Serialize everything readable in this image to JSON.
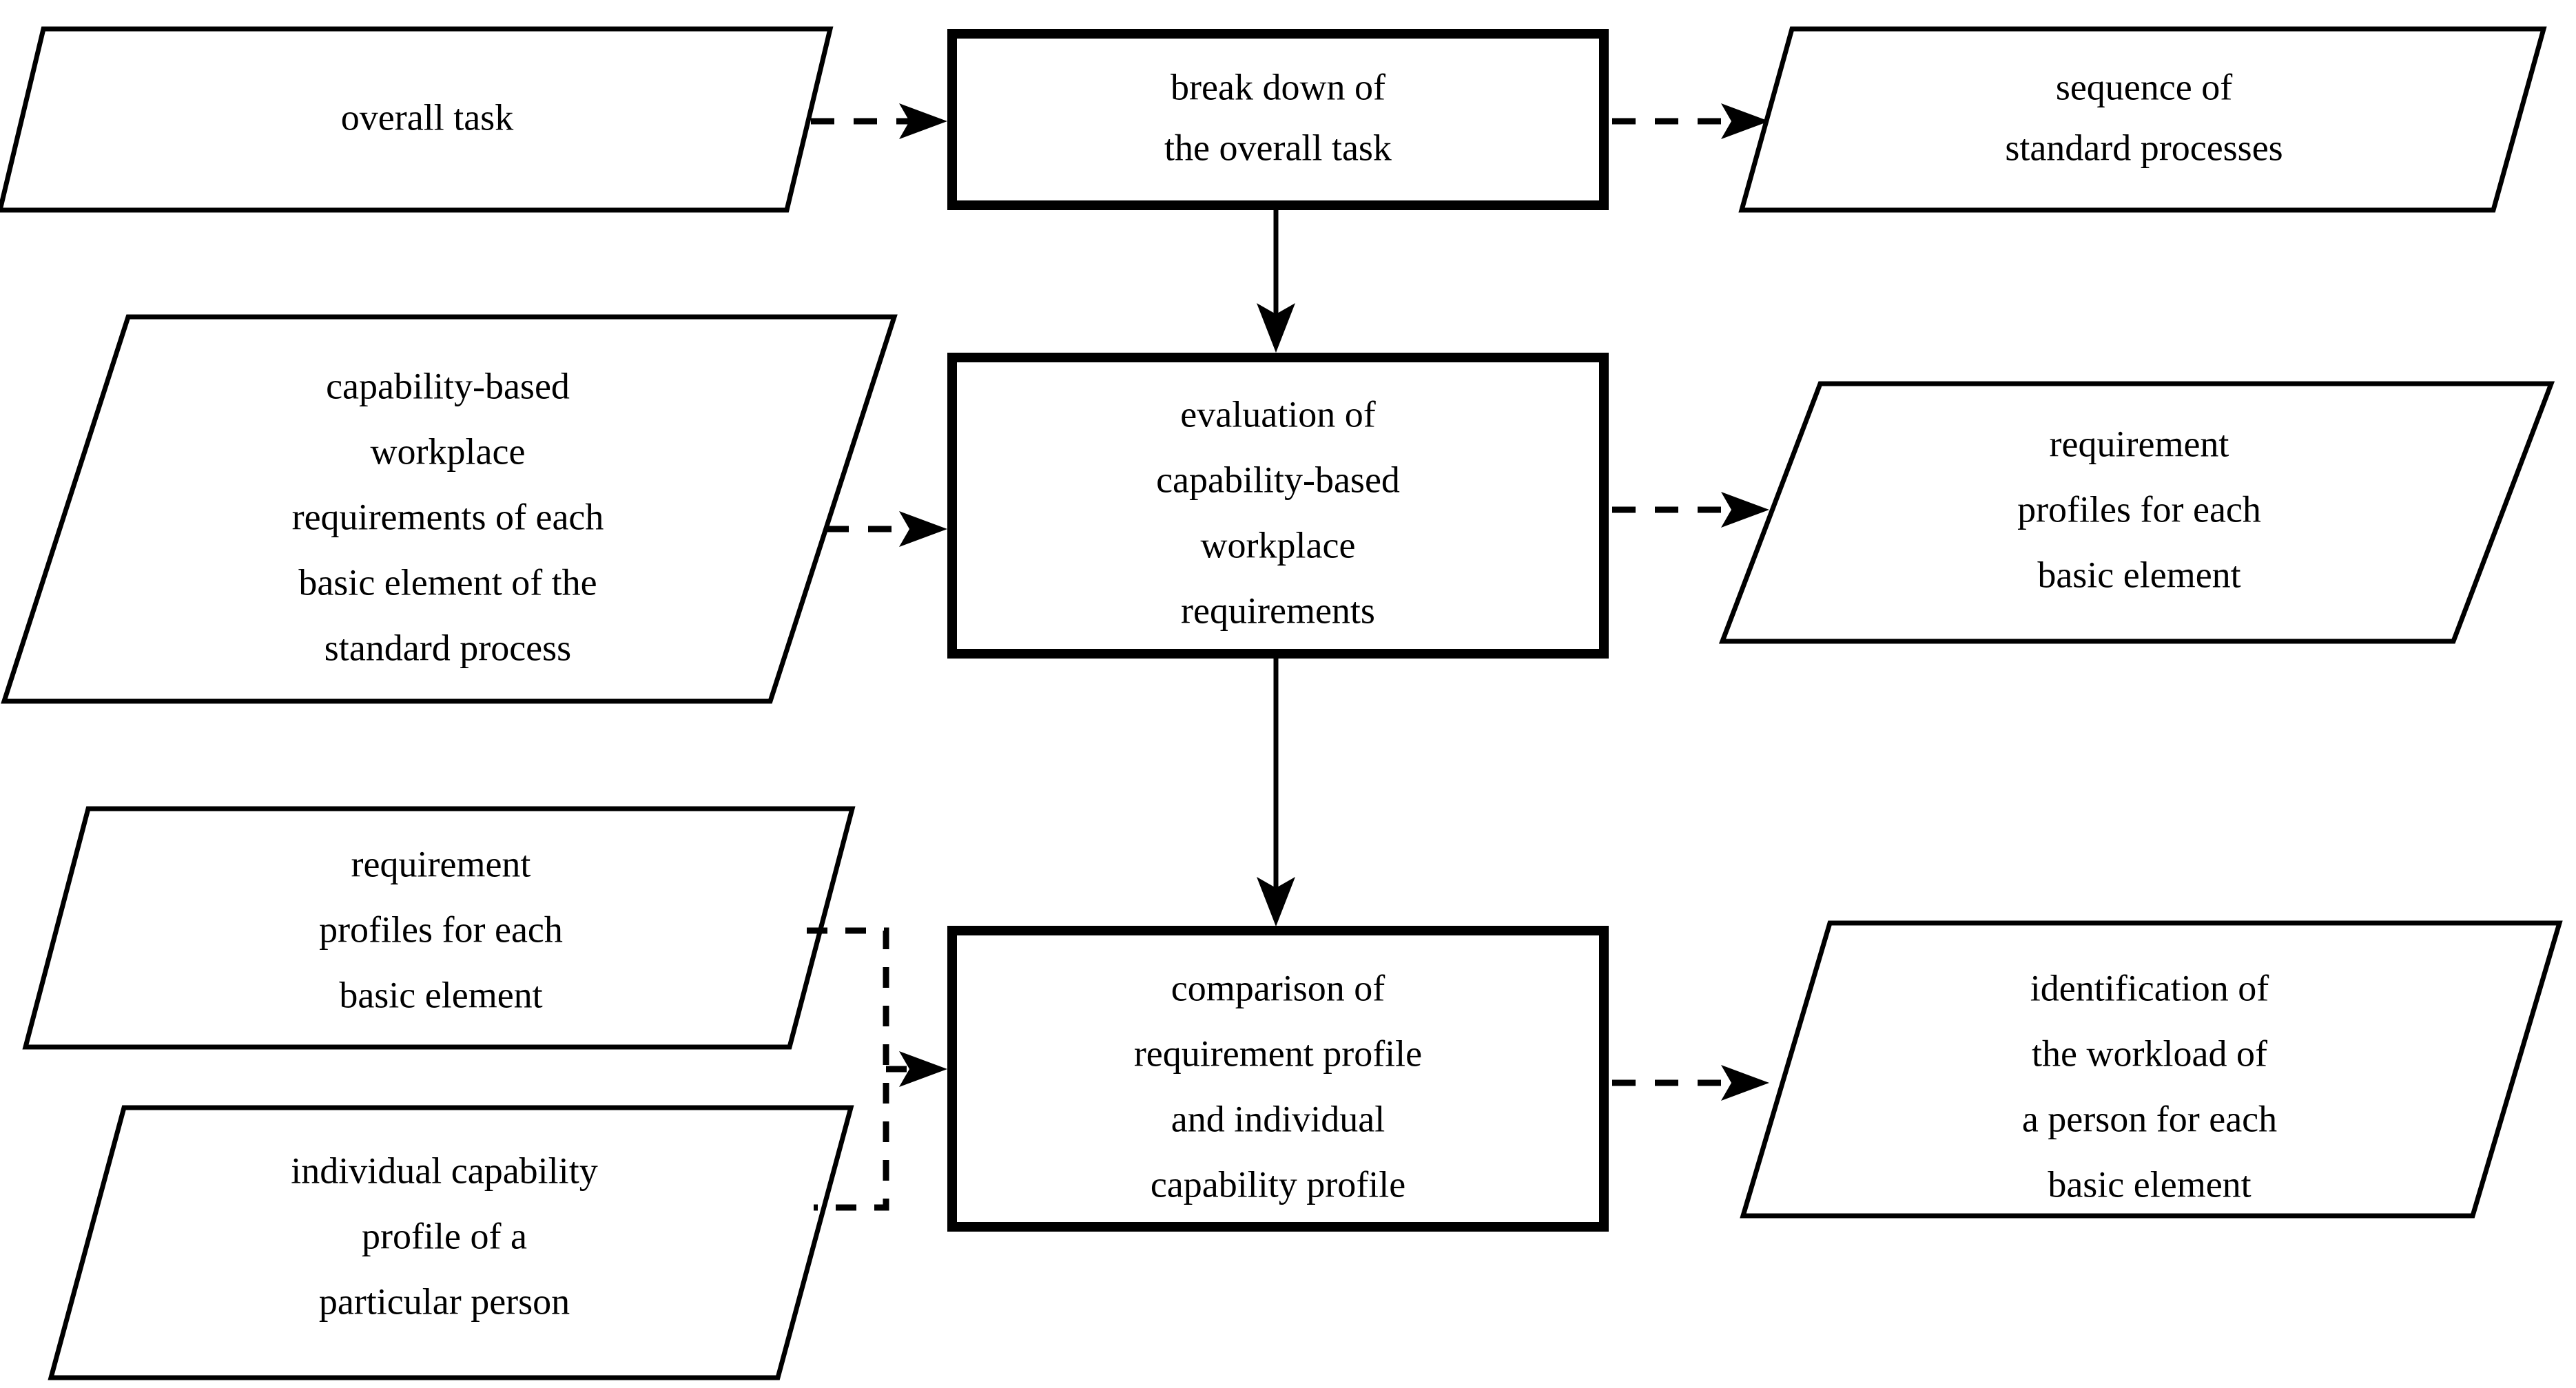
{
  "diagram": {
    "title": "",
    "colors": {
      "background": "#ffffff",
      "stroke": "#000000",
      "fill": "#ffffff"
    },
    "nodes": {
      "overall_task": {
        "shape": "parallelogram",
        "role": "input-data",
        "lines": [
          "overall task"
        ]
      },
      "break_down": {
        "shape": "rectangle",
        "role": "process",
        "lines": [
          "break down of",
          "the overall task"
        ]
      },
      "sequence_standard_processes": {
        "shape": "parallelogram",
        "role": "output-data",
        "lines": [
          "sequence of",
          "standard processes"
        ]
      },
      "capability_requirements": {
        "shape": "parallelogram",
        "role": "input-data",
        "lines": [
          "capability-based",
          "workplace",
          "requirements of each",
          "basic element of the",
          "standard process"
        ]
      },
      "evaluation": {
        "shape": "rectangle",
        "role": "process",
        "lines": [
          "evaluation of",
          "capability-based",
          "workplace",
          "requirements"
        ]
      },
      "requirement_profiles_out": {
        "shape": "parallelogram",
        "role": "output-data",
        "lines": [
          "requirement",
          "profiles for each",
          "basic element"
        ]
      },
      "requirement_profiles_in": {
        "shape": "parallelogram",
        "role": "input-data",
        "lines": [
          "requirement",
          "profiles for each",
          "basic element"
        ]
      },
      "individual_capability_profile": {
        "shape": "parallelogram",
        "role": "input-data",
        "lines": [
          "individual capability",
          "profile of a",
          "particular person"
        ]
      },
      "comparison": {
        "shape": "rectangle",
        "role": "process",
        "lines": [
          "comparison of",
          "requirement profile",
          "and individual",
          "capability profile"
        ]
      },
      "identification_workload": {
        "shape": "parallelogram",
        "role": "output-data",
        "lines": [
          "identification of",
          "the workload of",
          "a person for each",
          "basic element"
        ]
      }
    },
    "edges": [
      {
        "from": "overall_task",
        "to": "break_down",
        "style": "dashed",
        "arrow": true
      },
      {
        "from": "break_down",
        "to": "sequence_standard_processes",
        "style": "dashed",
        "arrow": true
      },
      {
        "from": "break_down",
        "to": "evaluation",
        "style": "solid",
        "arrow": true
      },
      {
        "from": "capability_requirements",
        "to": "evaluation",
        "style": "dashed",
        "arrow": true
      },
      {
        "from": "evaluation",
        "to": "requirement_profiles_out",
        "style": "dashed",
        "arrow": true
      },
      {
        "from": "evaluation",
        "to": "comparison",
        "style": "solid",
        "arrow": true
      },
      {
        "from": "requirement_profiles_in",
        "to": "comparison",
        "style": "dashed",
        "arrow": true
      },
      {
        "from": "individual_capability_profile",
        "to": "comparison",
        "style": "dashed",
        "arrow": true
      },
      {
        "from": "comparison",
        "to": "identification_workload",
        "style": "dashed",
        "arrow": true
      }
    ]
  }
}
